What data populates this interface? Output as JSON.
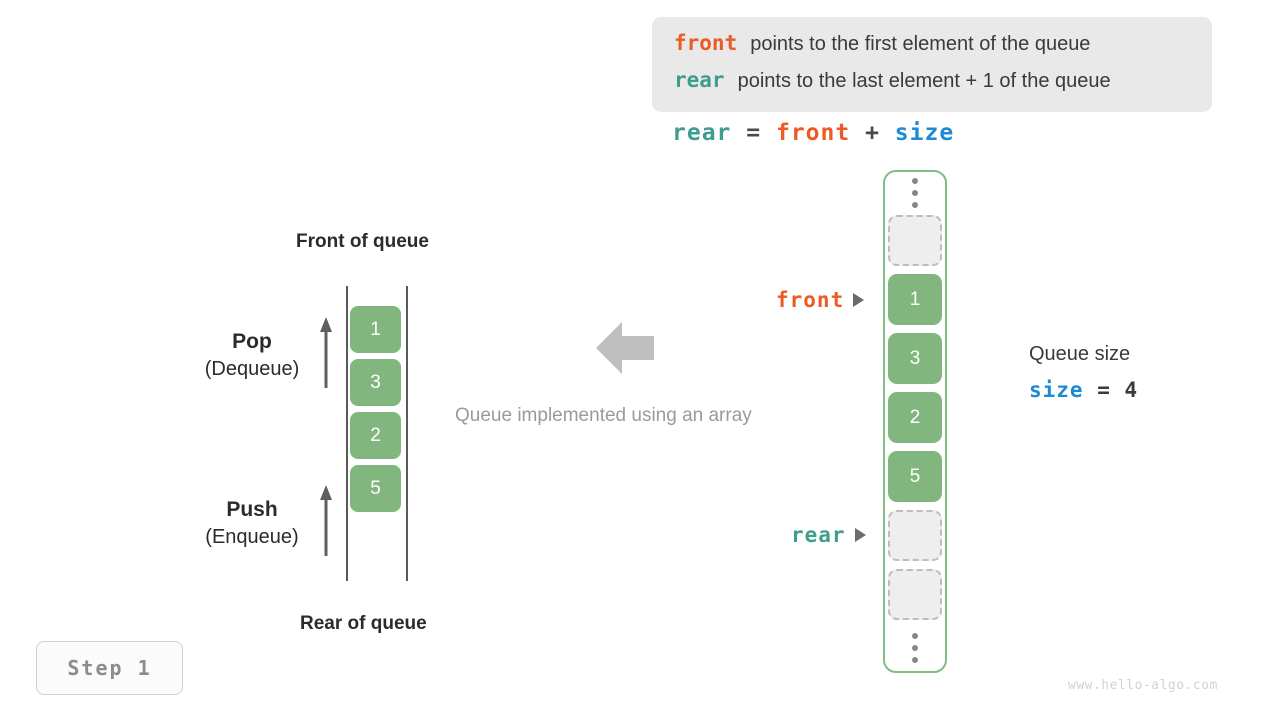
{
  "info_box": {
    "lines": [
      {
        "keyword": "front",
        "text": "points to the first element of the queue"
      },
      {
        "keyword": "rear",
        "text": "points to the last element + 1 of the queue"
      }
    ]
  },
  "formula": {
    "lhs": "rear",
    "equals": "=",
    "rhs1": "front",
    "plus": "+",
    "rhs2": "size"
  },
  "left_queue": {
    "top_title": "Front of queue",
    "bottom_title": "Rear of queue",
    "cells": [
      "1",
      "3",
      "2",
      "5"
    ],
    "pop": {
      "name": "Pop",
      "sub": "(Dequeue)"
    },
    "push": {
      "name": "Push",
      "sub": "(Enqueue)"
    }
  },
  "center": {
    "caption": "Queue implemented using an array",
    "arrow": "left-arrow-icon"
  },
  "array": {
    "slots": [
      {
        "type": "empty",
        "value": ""
      },
      {
        "type": "filled",
        "value": "1"
      },
      {
        "type": "filled",
        "value": "3"
      },
      {
        "type": "filled",
        "value": "2"
      },
      {
        "type": "filled",
        "value": "5"
      },
      {
        "type": "empty",
        "value": ""
      },
      {
        "type": "empty",
        "value": ""
      }
    ],
    "pointers": {
      "front": "front",
      "rear": "rear"
    }
  },
  "size_block": {
    "caption": "Queue size",
    "var": "size",
    "equals": "=",
    "value": "4"
  },
  "step_badge": {
    "label": "Step 1"
  },
  "watermark": {
    "text": "www.hello-algo.com"
  },
  "colors": {
    "front": "#ec5b24",
    "rear": "#3e9d8c",
    "size": "#1d8ad4",
    "cell_fill": "#81b77f",
    "frame": "#7fbd82",
    "info_bg": "#e9e9e9"
  }
}
